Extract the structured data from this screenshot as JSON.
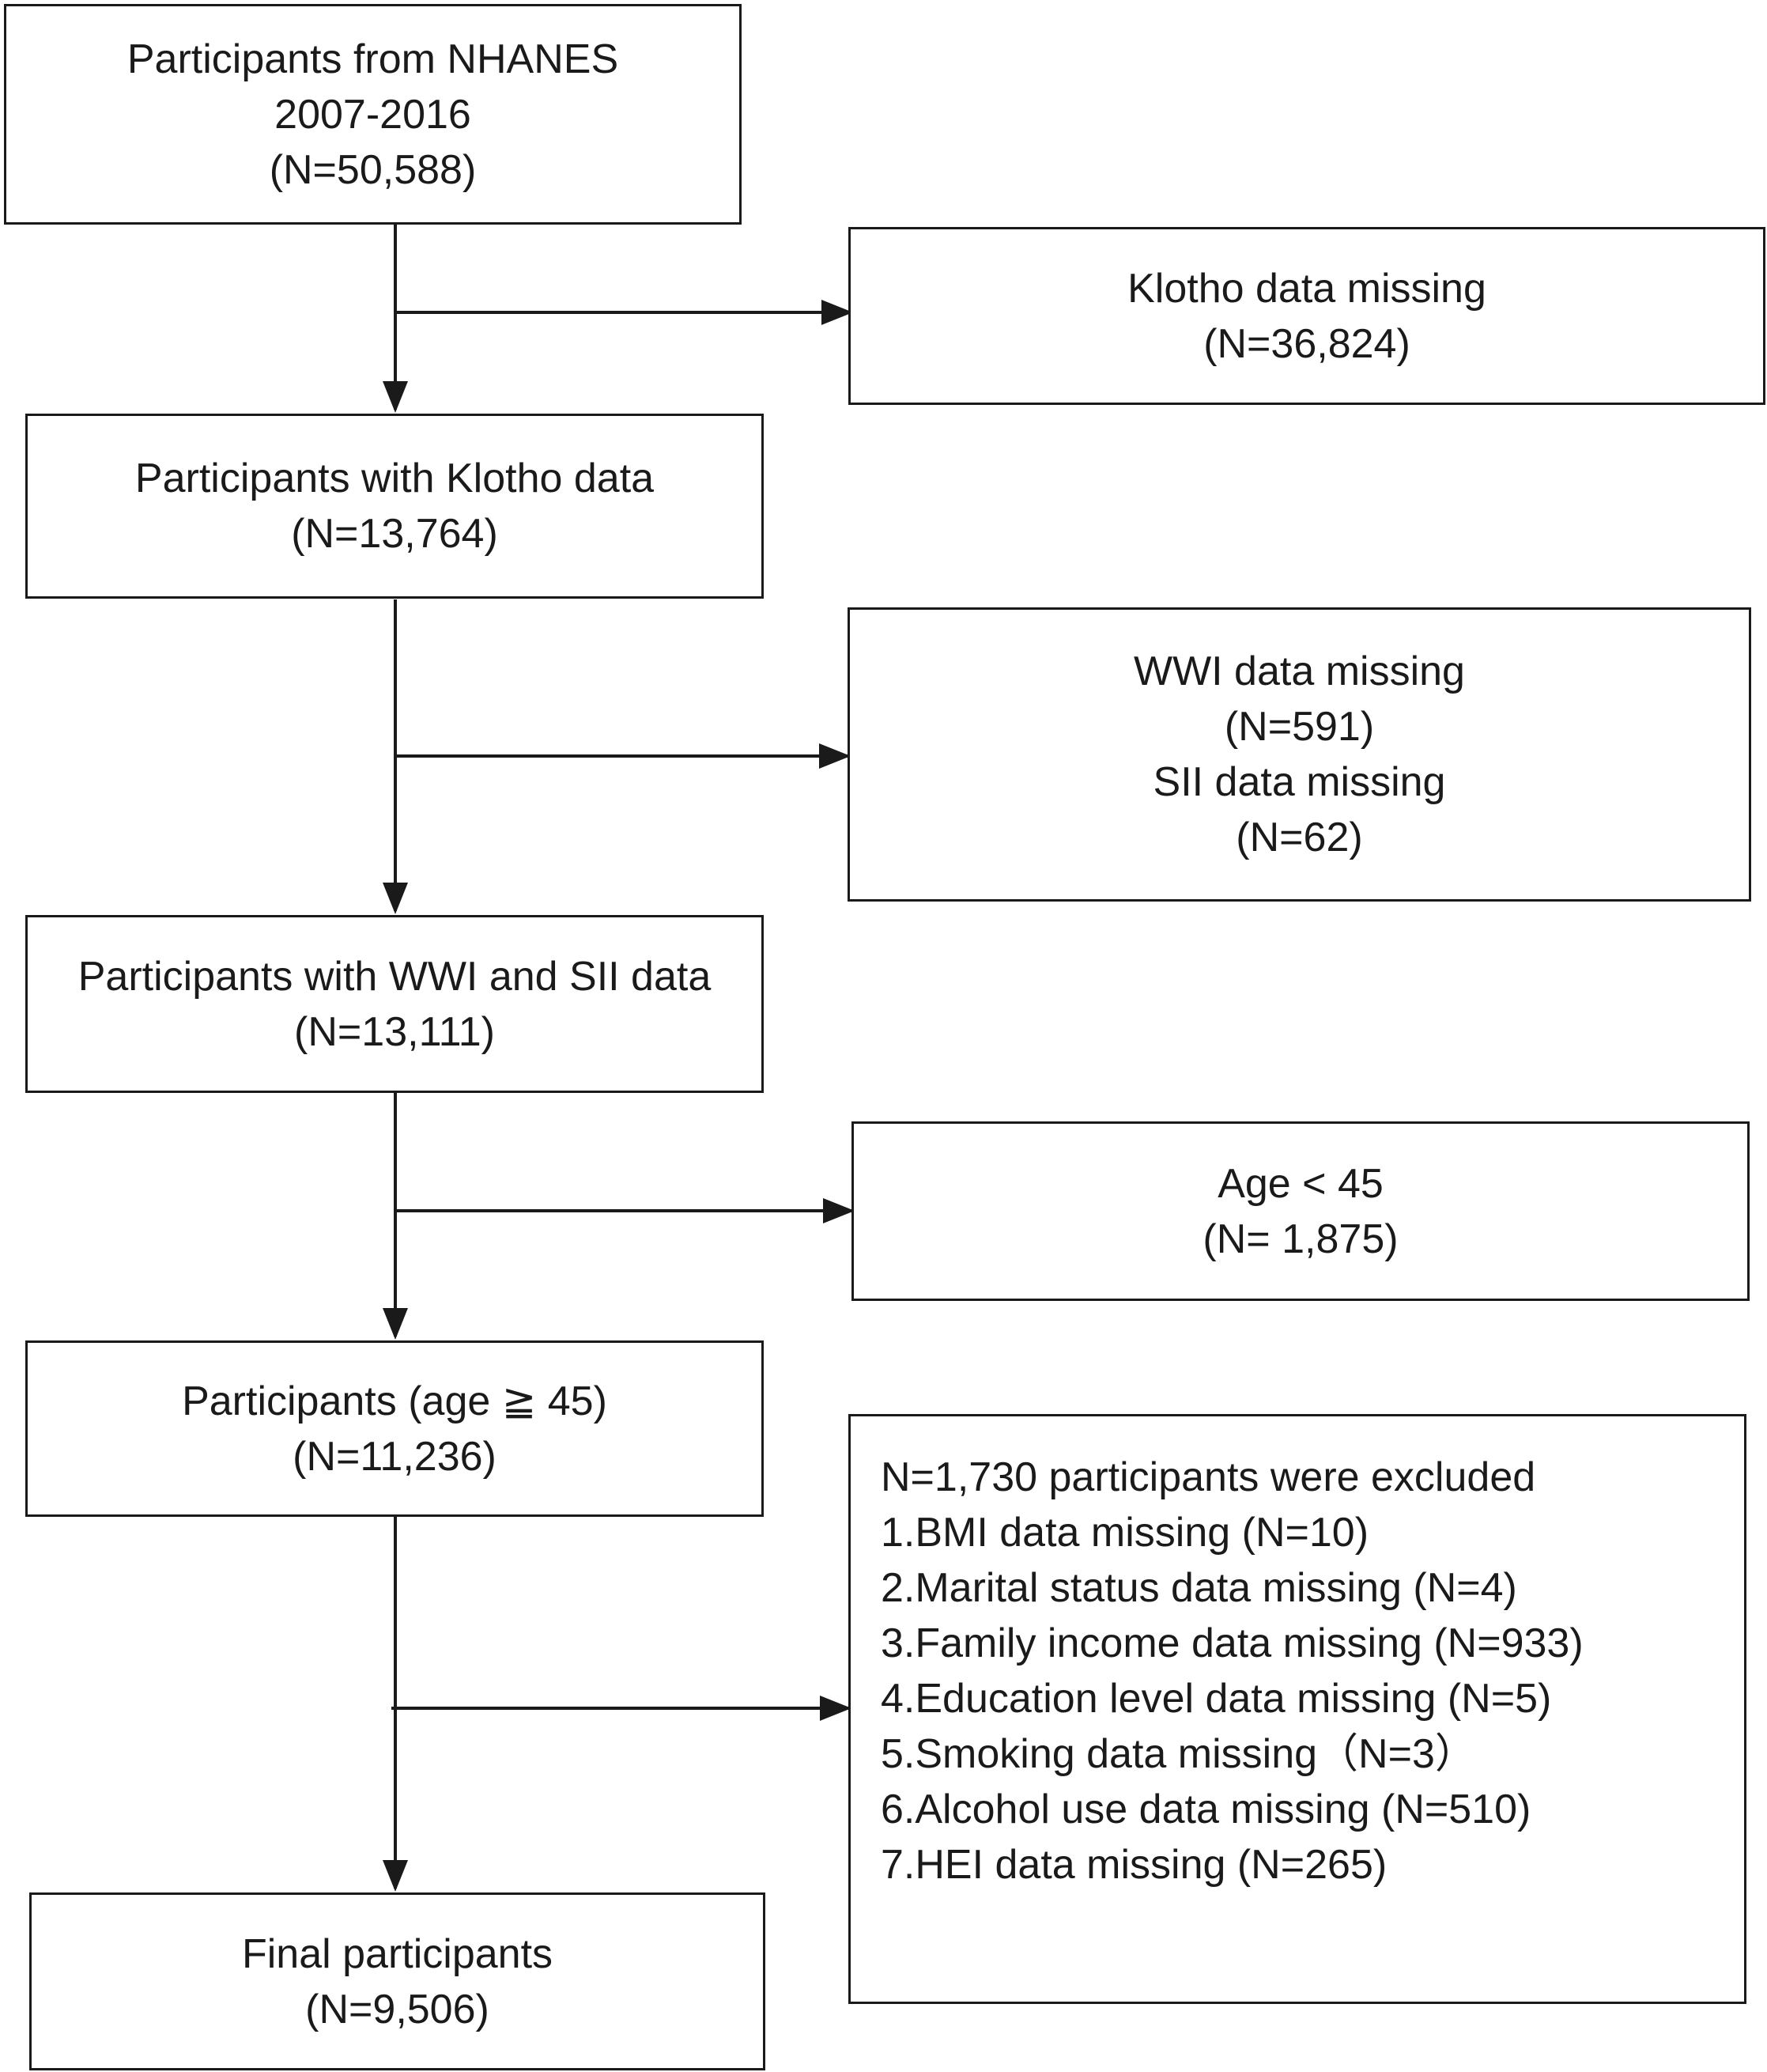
{
  "nodes": {
    "n1": {
      "lines": [
        "Participants from NHANES",
        "2007-2016",
        "(N=50,588)"
      ]
    },
    "e1": {
      "lines": [
        "Klotho data missing",
        "(N=36,824)"
      ]
    },
    "n2": {
      "lines": [
        "Participants with Klotho  data",
        "(N=13,764)"
      ]
    },
    "e2": {
      "lines": [
        "WWI data missing",
        "(N=591)",
        "SII data missing",
        "(N=62)"
      ]
    },
    "n3": {
      "lines": [
        "Participants with WWI and SII  data",
        "(N=13,111)"
      ]
    },
    "e3": {
      "lines": [
        "Age < 45",
        "(N= 1,875)"
      ]
    },
    "n4": {
      "lines": [
        "Participants (age ≧ 45)",
        "(N=11,236)"
      ]
    },
    "e4": {
      "lines": [
        "N=1,730 participants were excluded",
        "1.BMI data missing (N=10)",
        "2.Marital status data missing (N=4)",
        "3.Family income data missing (N=933)",
        "4.Education level data missing (N=5)",
        "5.Smoking data missing（N=3）",
        "6.Alcohol use data missing (N=510)",
        "7.HEI data missing (N=265)"
      ]
    },
    "n5": {
      "lines": [
        "Final participants",
        "(N=9,506)"
      ]
    }
  },
  "colors": {
    "stroke": "#1a1a1a",
    "background": "#ffffff"
  }
}
